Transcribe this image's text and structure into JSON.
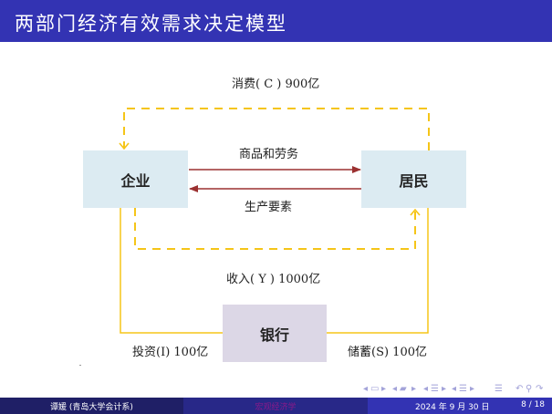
{
  "header": {
    "title": "两部门经济有效需求决定模型"
  },
  "diagram": {
    "nodes": {
      "firm": "企业",
      "household": "居民",
      "bank": "银行"
    },
    "flows": {
      "consumption": "消费( C ) 900亿",
      "goods_services": "商品和劳务",
      "factors": "生产要素",
      "income": "收入( Y ) 1000亿",
      "investment": "投资(I) 100亿",
      "saving": "储蓄(S) 100亿"
    },
    "colors": {
      "money_flow": "#f5c518",
      "real_flow": "#9b3030",
      "node_fill": "#dcebf2",
      "bank_fill": "#dcd7e6"
    }
  },
  "navigation": {
    "icons": [
      "prev-slide-icon",
      "slide-icon",
      "next-slide-icon",
      "prev-frame-icon",
      "frame-icon",
      "next-frame-icon",
      "prev-subsection-icon",
      "subsection-icon",
      "next-subsection-icon",
      "prev-section-icon",
      "section-icon",
      "next-section-icon",
      "toc-icon",
      "back-icon",
      "search-icon",
      "forward-icon"
    ]
  },
  "footer": {
    "author": "谭媛 (青岛大学会计系)",
    "course": "宏观经济学",
    "date": "2024 年 9 月 30 日",
    "page": "8 / 18"
  }
}
